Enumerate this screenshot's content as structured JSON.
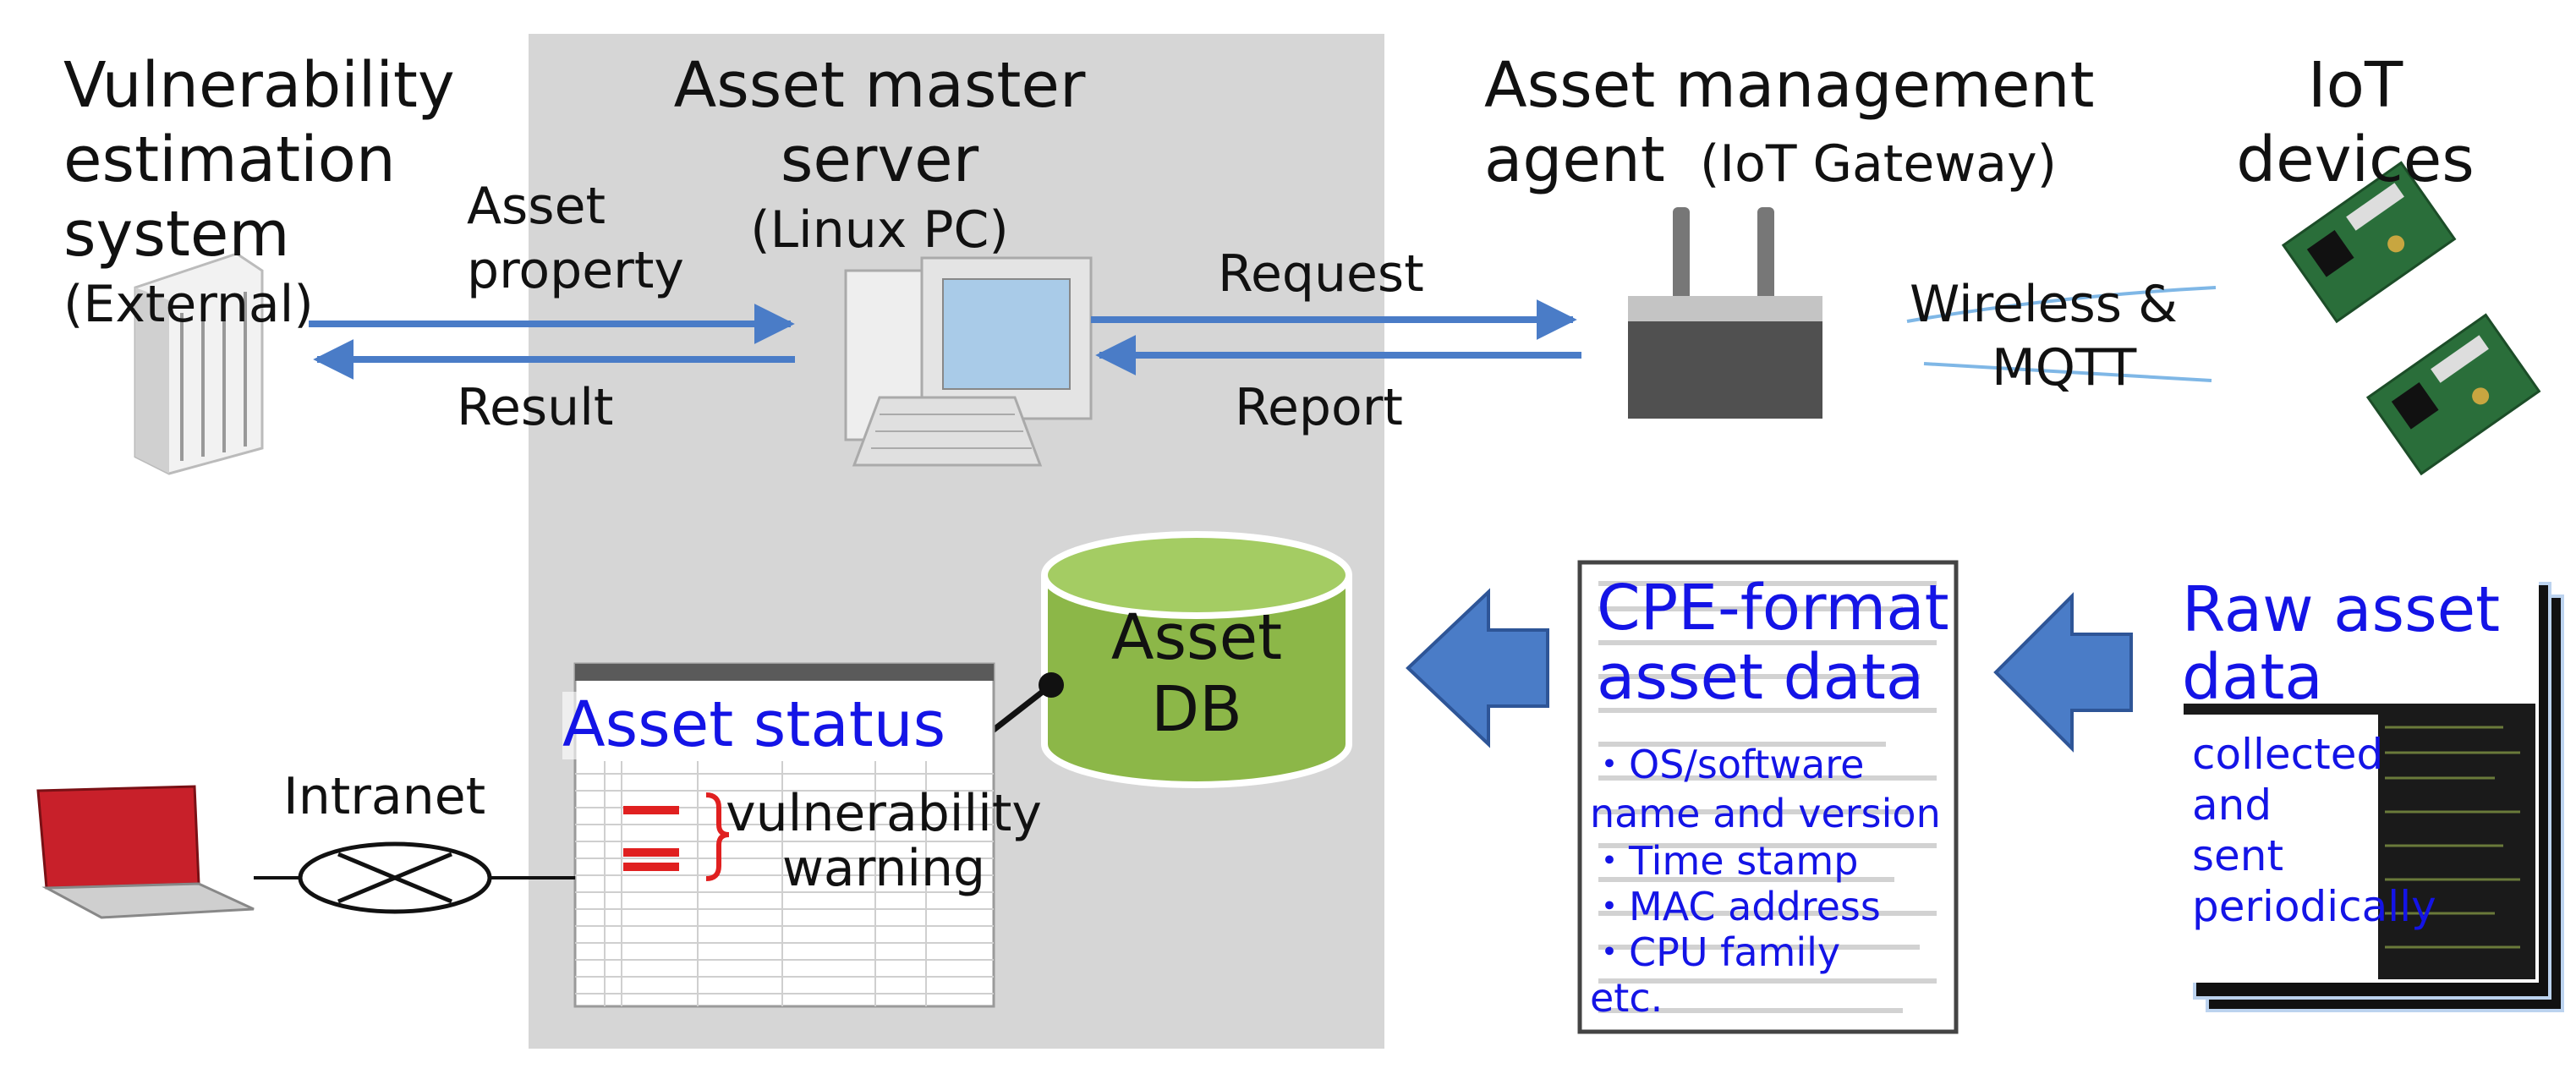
{
  "nodes": {
    "vulnerability": {
      "title_lines": [
        "Vulnerability",
        "estimation",
        "system"
      ],
      "subtitle": "(External)"
    },
    "master": {
      "title_lines": [
        "Asset master",
        "server"
      ],
      "subtitle": "(Linux PC)"
    },
    "agent": {
      "title_lines": [
        "Asset management",
        "agent"
      ],
      "subtitle": "(IoT Gateway)"
    },
    "iot": {
      "title_lines": [
        "IoT",
        "devices"
      ]
    }
  },
  "edges": {
    "asset_property": [
      "Asset",
      "property"
    ],
    "result": "Result",
    "request": "Request",
    "report": "Report",
    "wireless": "Wireless &",
    "mqtt": "MQTT",
    "intranet": "Intranet"
  },
  "db": {
    "label_lines": [
      "Asset",
      "DB"
    ]
  },
  "asset_status": {
    "title": "Asset status",
    "warning_lines": [
      "vulnerability",
      "warning"
    ]
  },
  "cpe": {
    "title_lines": [
      "CPE-format",
      "asset data"
    ],
    "items": [
      "・OS/software",
      " name and version",
      "・Time stamp",
      "・MAC address",
      "・CPU family",
      "etc."
    ]
  },
  "raw": {
    "title_lines": [
      "Raw asset",
      "data"
    ],
    "desc_lines": [
      "collected",
      "and",
      "sent",
      "periodically"
    ]
  },
  "colors": {
    "arrow_blue": "#4a7cc7",
    "text_blue": "#1414e6",
    "db_green": "#8cb748",
    "panel_gray": "#d6d6d6"
  }
}
